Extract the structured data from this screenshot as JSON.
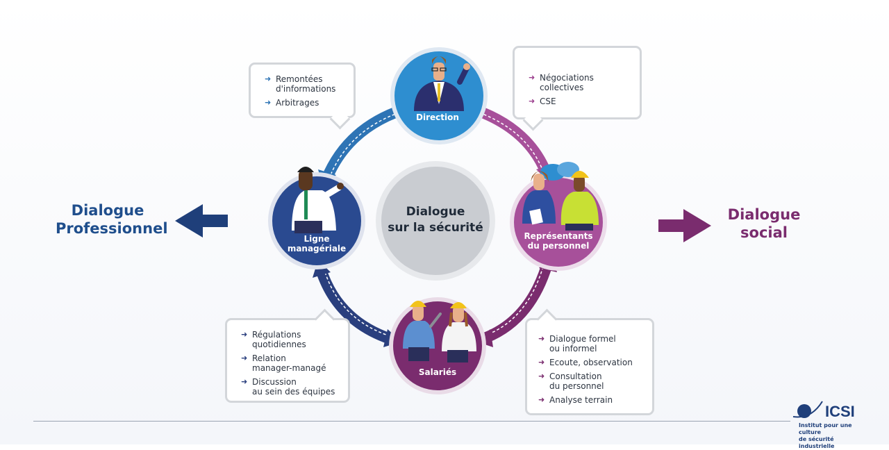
{
  "center": {
    "line1": "Dialogue",
    "line2": "sur la sécurité"
  },
  "nodes": {
    "direction": {
      "label": "Direction"
    },
    "ligne": {
      "line1": "Ligne",
      "line2": "managériale"
    },
    "representants": {
      "line1": "Représentants",
      "line2": "du personnel"
    },
    "salaries": {
      "label": "Salariés"
    }
  },
  "left_label": {
    "line1": "Dialogue",
    "line2": "Professionnel"
  },
  "right_label": {
    "line1": "Dialogue",
    "line2": "social"
  },
  "bubbles": {
    "top_left": [
      "Remontées\nd'informations",
      "Arbitrages"
    ],
    "top_right": [
      "Négociations\ncollectives",
      "CSE"
    ],
    "bottom_left": [
      "Régulations\nquotidiennes",
      "Relation\nmanager-managé",
      "Discussion\nau sein des équipes"
    ],
    "bottom_right": [
      "Dialogue formel\nou informel",
      "Ecoute, observation",
      "Consultation\ndu personnel",
      "Analyse terrain"
    ]
  },
  "logo": {
    "name": "ICSI",
    "tagline1": "Institut pour une culture",
    "tagline2": "de sécurité industrielle"
  },
  "colors": {
    "blue": "#2e74b5",
    "navy": "#2a3f7e",
    "purple": "#9b3e8d",
    "plum": "#7a2c6e",
    "center": "#c9ccd1"
  }
}
